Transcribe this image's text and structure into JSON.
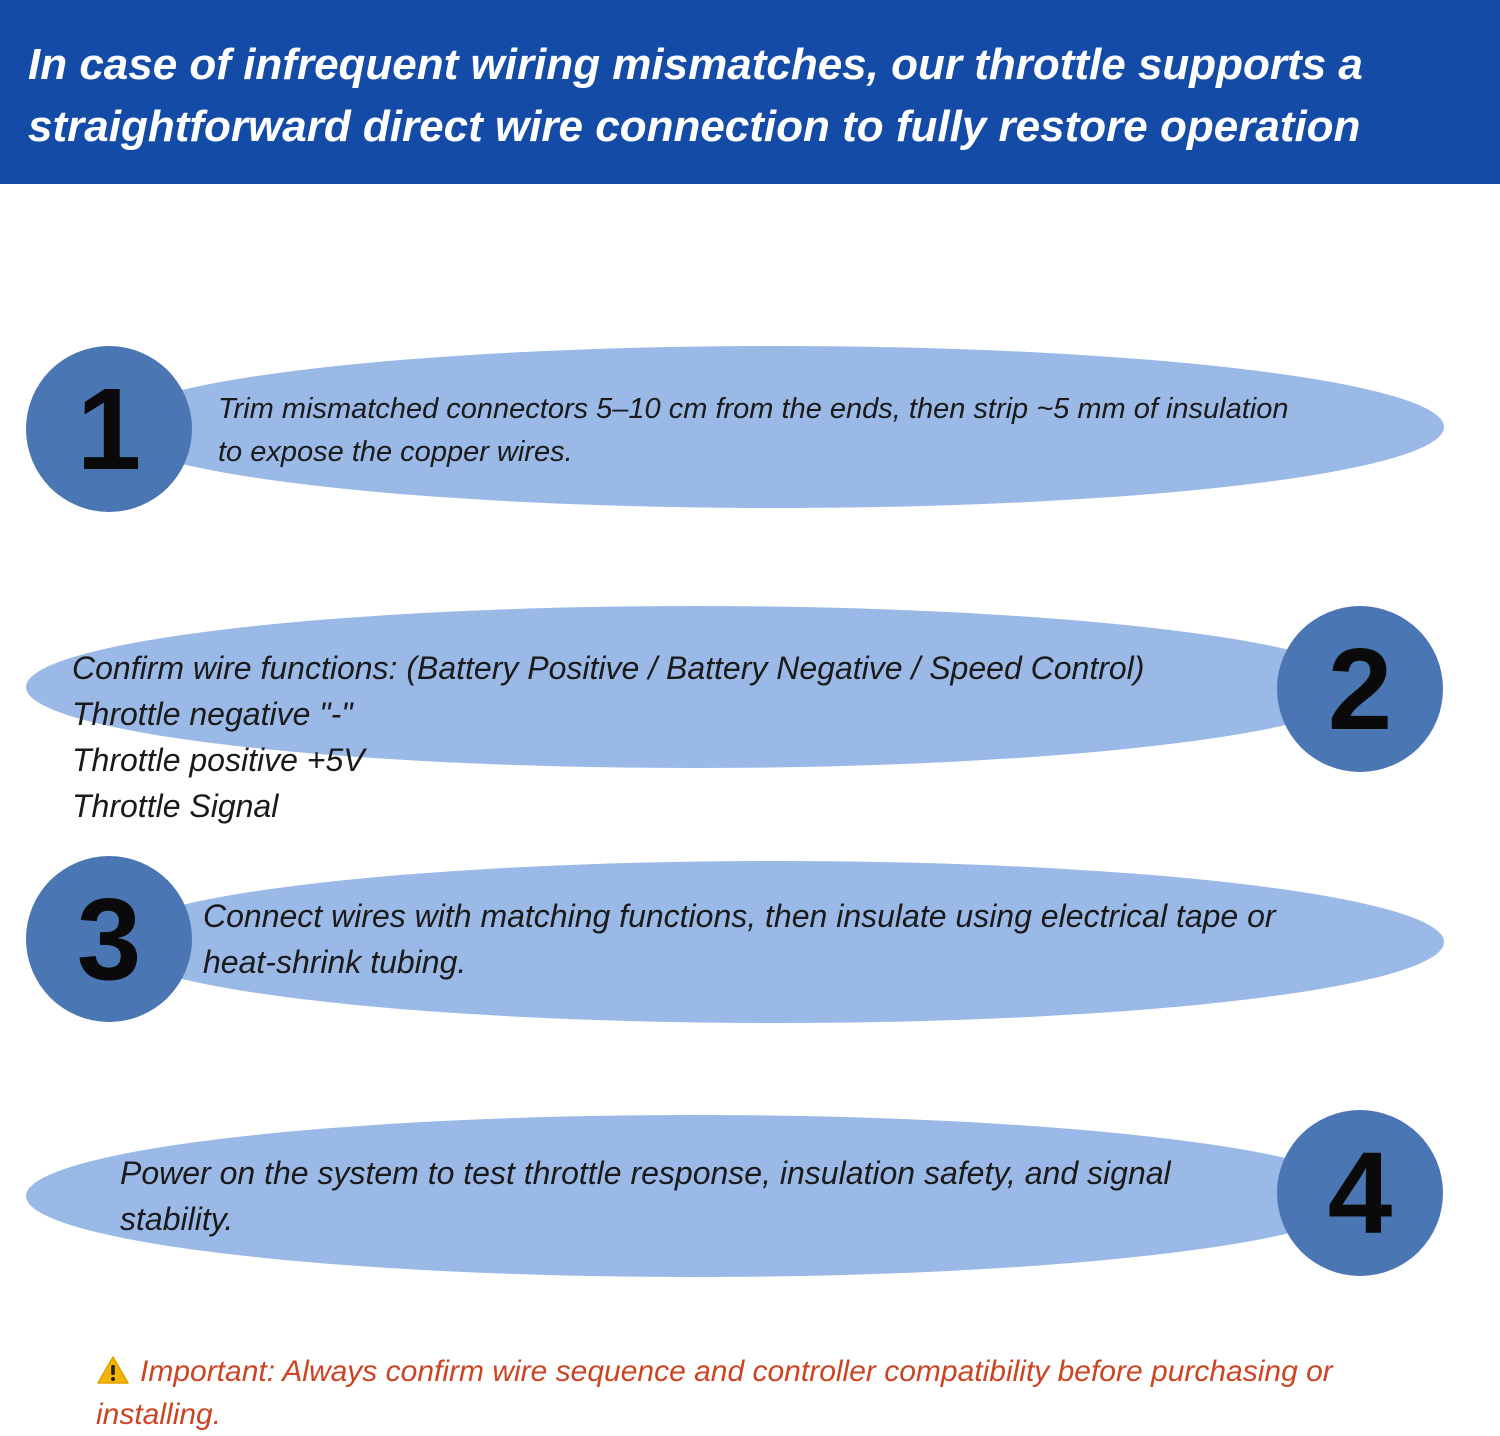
{
  "banner": {
    "line1": "In case of infrequent wiring mismatches, our throttle supports a",
    "line2": "straightforward direct wire connection to fully restore operation"
  },
  "steps": [
    {
      "number": "1",
      "lines": [
        "Trim mismatched connectors 5–10 cm from the ends, then strip ~5 mm of insulation",
        "to expose the copper wires."
      ]
    },
    {
      "number": "2",
      "line1": "Confirm wire functions: (Battery Positive / Battery Negative / Speed Control)",
      "wires": [
        "Throttle negative \"-\"",
        "Throttle positive +5V",
        "Throttle Signal"
      ]
    },
    {
      "number": "3",
      "lines": [
        "Connect wires with matching functions, then insulate using electrical tape or",
        "heat-shrink tubing."
      ]
    },
    {
      "number": "4",
      "lines": [
        "Power on the system to test throttle response, insulation safety, and signal",
        "stability."
      ]
    }
  ],
  "warning": {
    "icon": "warning-triangle-icon",
    "line1": "Important: Always confirm wire sequence and controller compatibility before purchasing or",
    "line2": "installing."
  },
  "colors": {
    "banner": "#134ba7",
    "pill": "#9ab9e7",
    "circle": "#4a77b4",
    "warning_text": "#cc4422"
  }
}
